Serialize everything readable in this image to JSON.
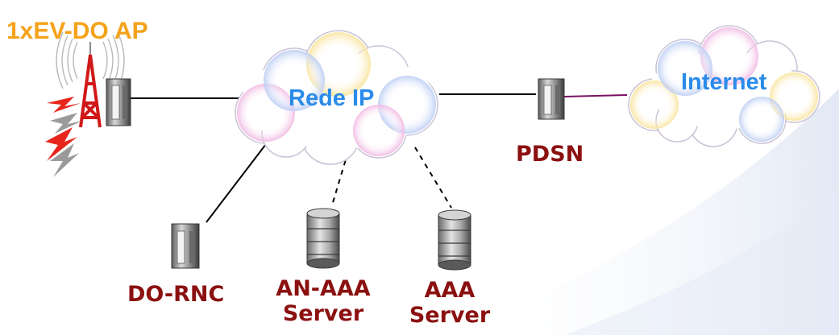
{
  "labels": {
    "access_point": "1xEV-DO AP",
    "ip_network": "Rede IP",
    "internet": "Internet",
    "pdsn": "PDSN",
    "do_rnc": "DO-RNC",
    "an_aaa_line1": "AN-AAA",
    "an_aaa_line2": "Server",
    "aaa_line1": "AAA",
    "aaa_line2": "Server"
  },
  "colors": {
    "access_point_label": "#f5a21a",
    "cloud_label": "#2a8bea",
    "node_label": "#8b1010",
    "link": "#000000",
    "internet_link": "#7a1060",
    "lightning": "#e8251c",
    "lightning_gray": "#9a9a9a",
    "tower": "#d01818",
    "cloud_fill": "#ffffff",
    "cloud_tint_pink": "#f4c4e4",
    "cloud_tint_yellow": "#fbe9a0",
    "cloud_tint_blue": "#c9d6f5"
  },
  "icons": [
    "radio-tower-icon",
    "lightning-icon",
    "access-point-server-icon",
    "pdsn-server-icon",
    "do-rnc-server-icon",
    "an-aaa-server-icon",
    "aaa-server-icon",
    "ip-network-cloud-icon",
    "internet-cloud-icon"
  ]
}
